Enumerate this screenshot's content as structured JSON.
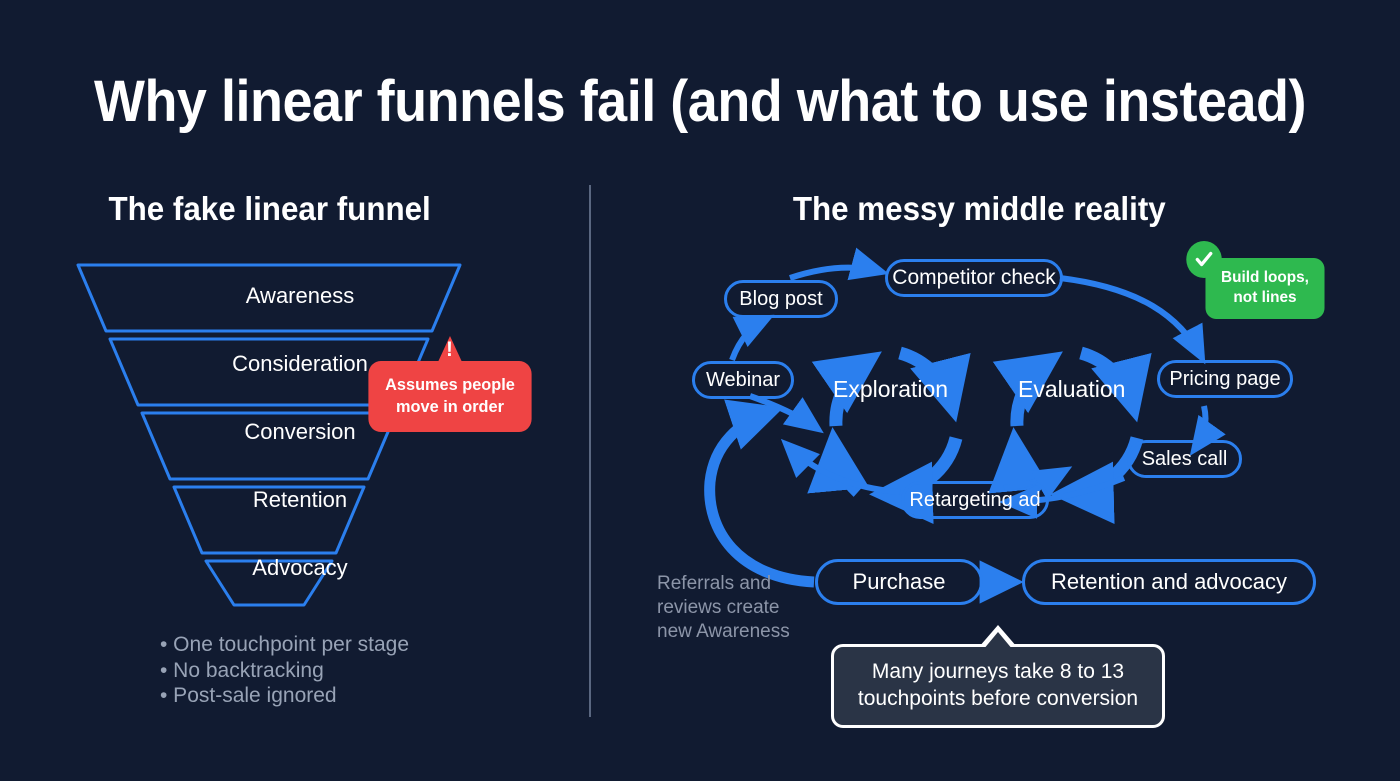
{
  "colors": {
    "background": "#111b31",
    "blue": "#2b7fee",
    "node_stroke": "#2b7fee",
    "red_badge": "#ef4444",
    "green_badge": "#2eb94f",
    "tooltip_fill": "#2a3446",
    "tooltip_border": "#ffffff",
    "muted_text": "#98a3b6",
    "divider": "#5a6780",
    "title_text": "#ffffff"
  },
  "title": "Why linear funnels fail (and what to use instead)",
  "left": {
    "heading": "The fake linear funnel",
    "funnel_stages": [
      {
        "label": "Awareness"
      },
      {
        "label": "Consideration"
      },
      {
        "label": "Conversion"
      },
      {
        "label": "Retention"
      },
      {
        "label": "Advocacy"
      }
    ],
    "bullets": [
      "• One touchpoint per stage",
      "• No backtracking",
      "• Post-sale ignored"
    ],
    "warning_badge": {
      "icon": "exclamation-icon",
      "mark": "!",
      "line1": "Assumes people",
      "line2": "move in order"
    }
  },
  "right": {
    "heading": "The messy middle reality",
    "loops": [
      {
        "label": "Exploration"
      },
      {
        "label": "Evaluation"
      }
    ],
    "nodes": [
      {
        "id": "blog-post",
        "label": "Blog post"
      },
      {
        "id": "competitor-check",
        "label": "Competitor check"
      },
      {
        "id": "webinar",
        "label": "Webinar"
      },
      {
        "id": "pricing-page",
        "label": "Pricing page"
      },
      {
        "id": "sales-call",
        "label": "Sales call"
      },
      {
        "id": "retargeting-ad",
        "label": "Retargeting ad"
      },
      {
        "id": "purchase",
        "label": "Purchase"
      },
      {
        "id": "retention-advocacy",
        "label": "Retention and advocacy"
      }
    ],
    "success_badge": {
      "icon": "check-circle-icon",
      "line1": "Build loops,",
      "line2": "not lines"
    },
    "side_note": "Referrals and reviews create new Awareness",
    "tooltip": {
      "line1": "Many journeys take 8 to 13",
      "line2": "touchpoints before conversion"
    }
  },
  "chart_data": {
    "type": "diagram",
    "title": "Why linear funnels fail (and what to use instead)",
    "panels": [
      {
        "name": "The fake linear funnel",
        "shape": "linear-funnel",
        "stages": [
          "Awareness",
          "Consideration",
          "Conversion",
          "Retention",
          "Advocacy"
        ],
        "annotations": [
          "One touchpoint per stage",
          "No backtracking",
          "Post-sale ignored"
        ],
        "critique": "Assumes people move in order"
      },
      {
        "name": "The messy middle reality",
        "shape": "looped-network",
        "loops": [
          "Exploration",
          "Evaluation"
        ],
        "touchpoints": [
          "Blog post",
          "Competitor check",
          "Webinar",
          "Pricing page",
          "Sales call",
          "Retargeting ad",
          "Purchase",
          "Retention and advocacy"
        ],
        "recommendation": "Build loops, not lines",
        "stat": "Many journeys take 8 to 13 touchpoints before conversion",
        "feedback_loop": "Referrals and reviews create new Awareness"
      }
    ]
  }
}
